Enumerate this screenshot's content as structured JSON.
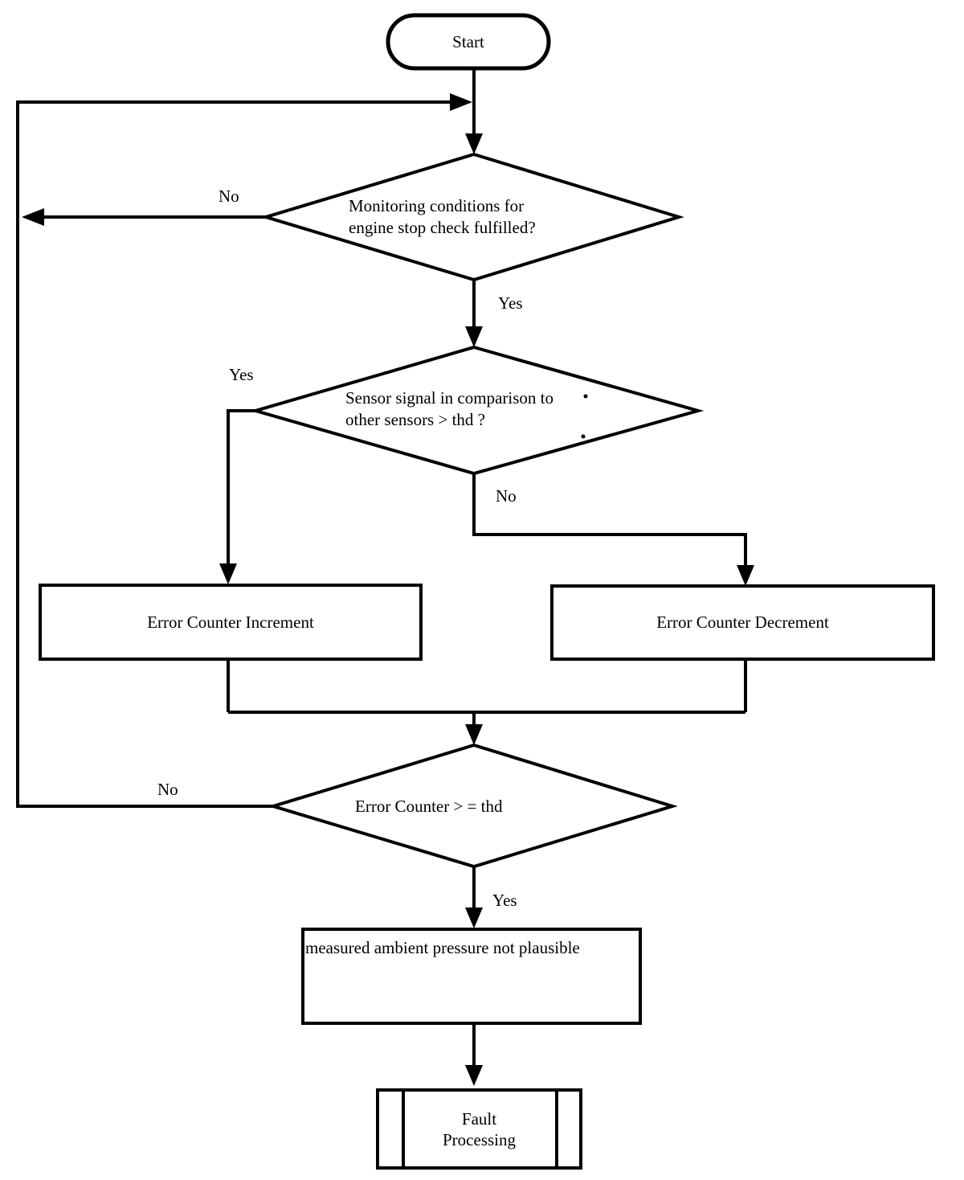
{
  "flowchart": {
    "nodes": {
      "start": "Start",
      "decision_monitoring": "Monitoring  conditions for\nengine stop check fulfilled?",
      "decision_sensor": "Sensor signal in comparison to\nother sensors > thd ?",
      "decision_counter": "Error Counter > = thd",
      "process_increment": "Error Counter Increment",
      "process_decrement": "Error Counter Decrement",
      "process_plausible": "measured ambient pressure not plausible",
      "predefined_fault": "Fault\nProcessing"
    },
    "edge_labels": {
      "monitoring_no": "No",
      "monitoring_yes": "Yes",
      "sensor_yes": "Yes",
      "sensor_no": "No",
      "counter_no": "No",
      "counter_yes": "Yes"
    },
    "colors": {
      "stroke": "#000000",
      "background": "#ffffff",
      "text": "#000000"
    }
  }
}
